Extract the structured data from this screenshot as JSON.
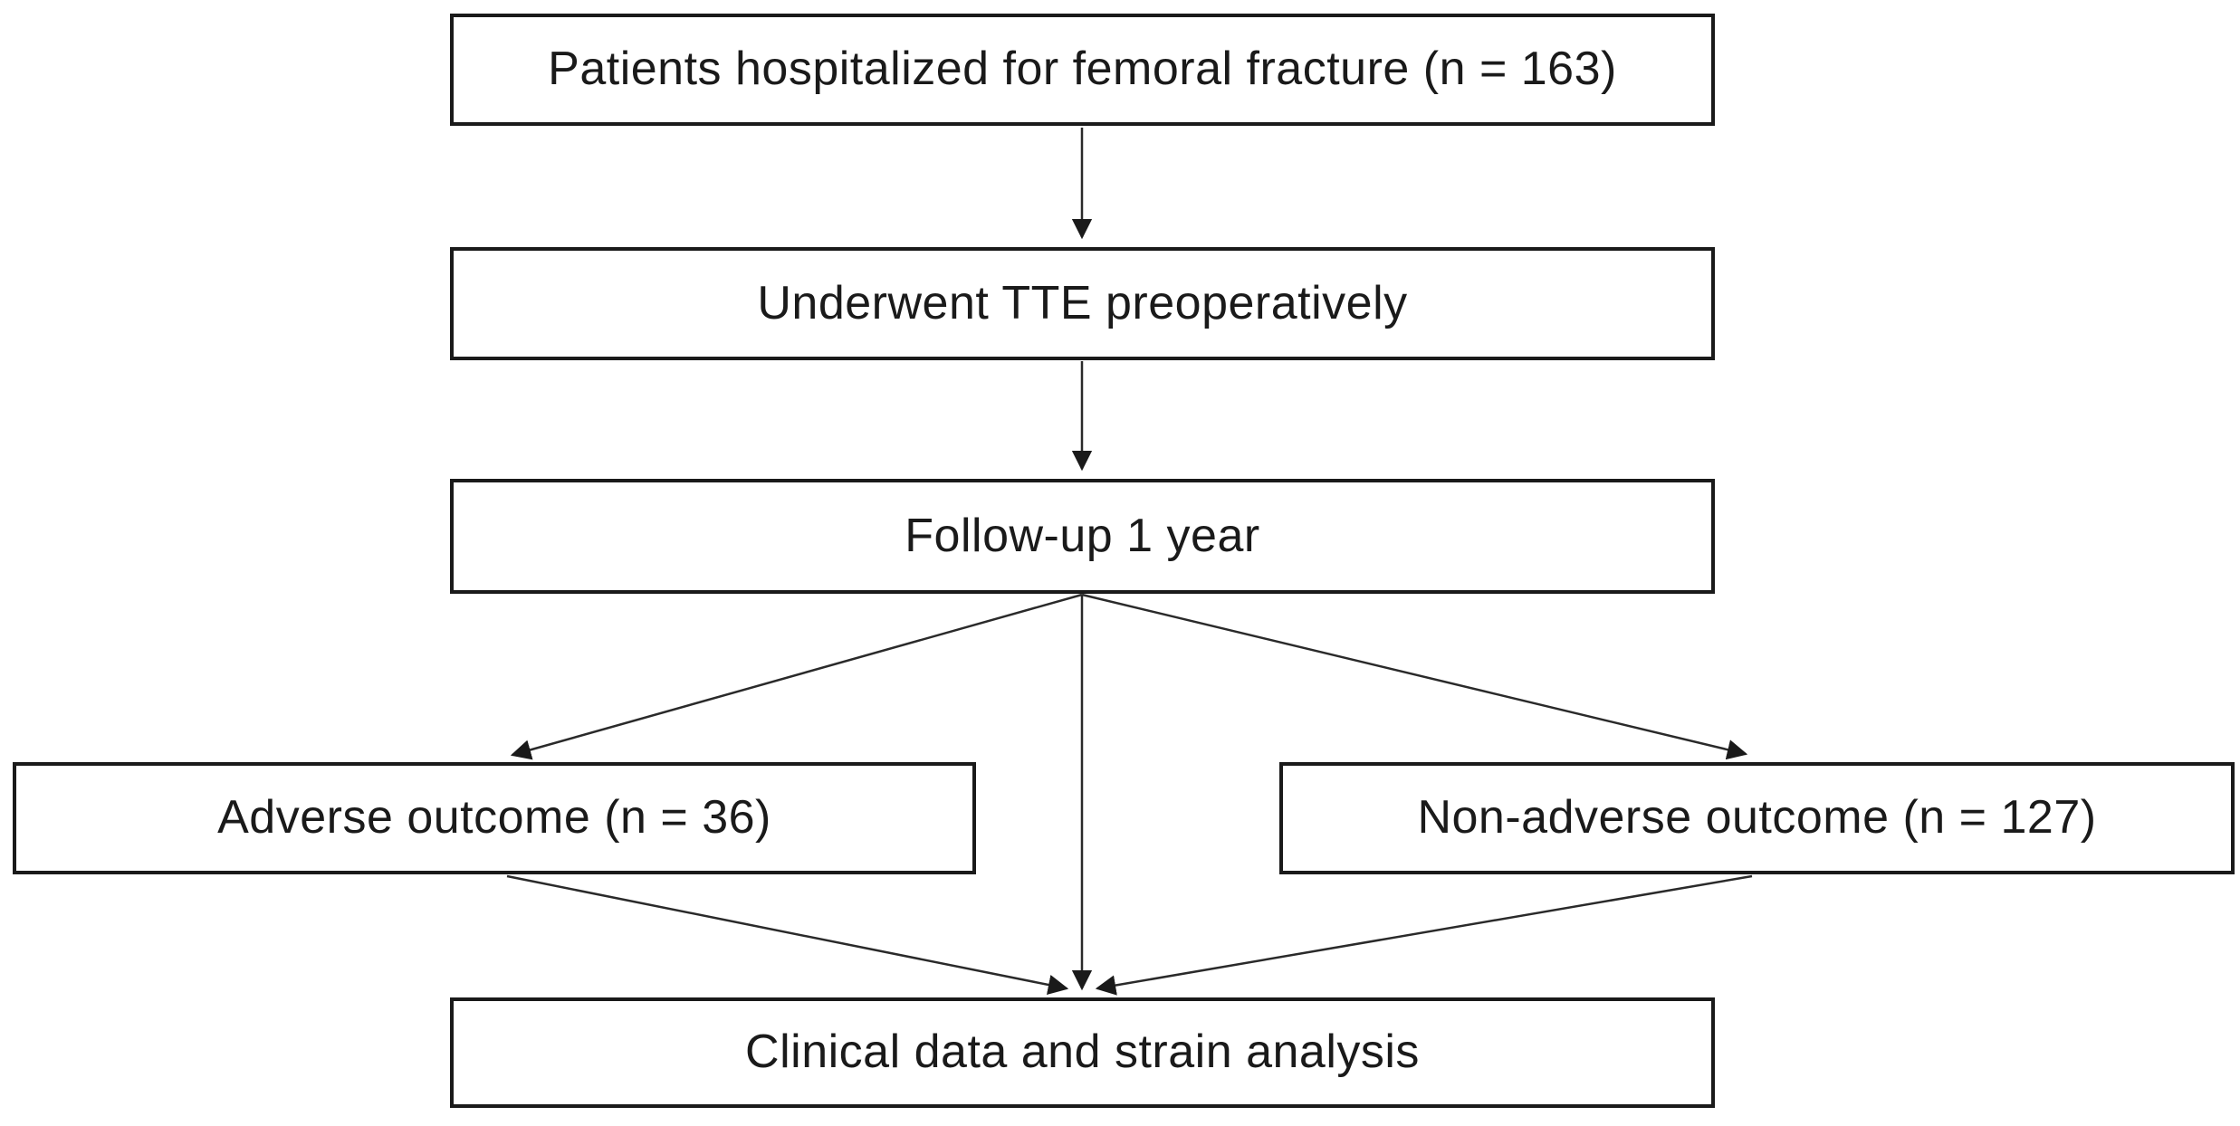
{
  "figure": {
    "type": "flowchart",
    "background": "#ffffff",
    "ink": "#1a1a1a",
    "nodes": {
      "patients": {
        "label": "Patients hospitalized for femoral fracture (n = 163)"
      },
      "tte": {
        "label": "Underwent TTE preoperatively"
      },
      "followup": {
        "label": "Follow-up 1 year"
      },
      "adverse": {
        "label": "Adverse outcome (n = 36)"
      },
      "nonadverse": {
        "label": "Non-adverse outcome (n = 127)"
      },
      "analysis": {
        "label": "Clinical data and strain analysis"
      }
    },
    "edges": [
      {
        "from": "patients",
        "to": "tte"
      },
      {
        "from": "tte",
        "to": "followup"
      },
      {
        "from": "followup",
        "to": "adverse"
      },
      {
        "from": "followup",
        "to": "analysis"
      },
      {
        "from": "followup",
        "to": "nonadverse"
      },
      {
        "from": "adverse",
        "to": "analysis"
      },
      {
        "from": "nonadverse",
        "to": "analysis"
      }
    ]
  }
}
